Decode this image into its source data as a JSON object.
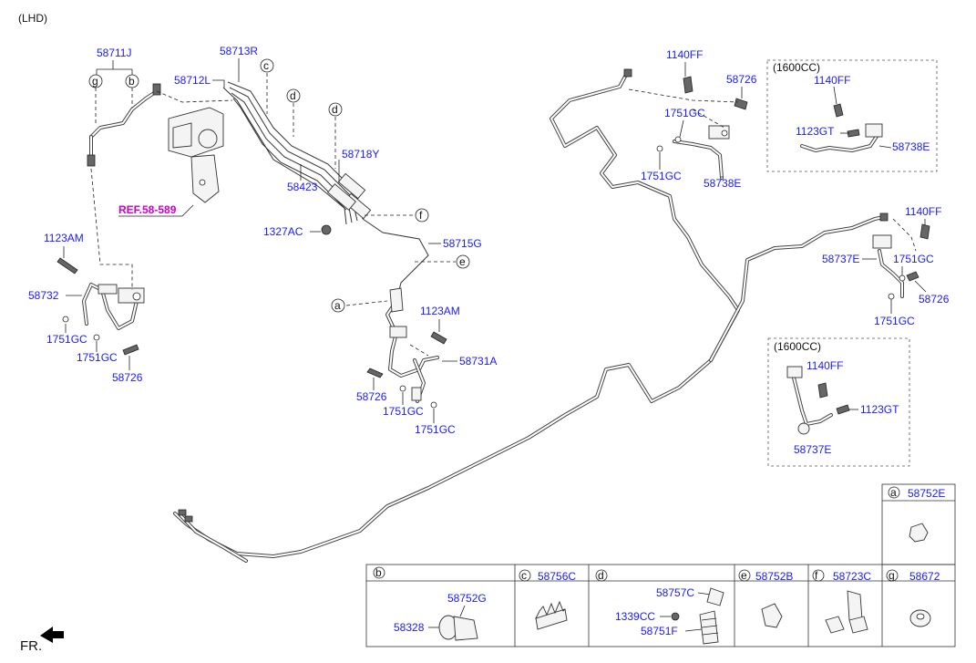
{
  "header": {
    "variant": "(LHD)",
    "front_label": "FR."
  },
  "labels": {
    "p58711J": "58711J",
    "p58713R": "58713R",
    "p58712L": "58712L",
    "p58718Y": "58718Y",
    "p58423": "58423",
    "ref": "REF.58-589",
    "p1327AC": "1327AC",
    "p58715G": "58715G",
    "p1123AM_left": "1123AM",
    "p58732": "58732",
    "p1751GC_left1": "1751GC",
    "p1751GC_left2": "1751GC",
    "p58726_left": "58726",
    "p1123AM_mid": "1123AM",
    "p58731A": "58731A",
    "p58726_mid": "58726",
    "p1751GC_mid1": "1751GC",
    "p1751GC_mid2": "1751GC",
    "p1140FF_top": "1140FF",
    "p58726_top": "58726",
    "p1751GC_top1": "1751GC",
    "p1751GC_top2": "1751GC",
    "p58738E_top": "58738E",
    "p1140FF_right": "1140FF",
    "p58737E_right": "58737E",
    "p1751GC_right1": "1751GC",
    "p58726_right": "58726",
    "p1751GC_right2": "1751GC"
  },
  "inset_top": {
    "title": "(1600CC)",
    "p1140FF": "1140FF",
    "p1123GT": "1123GT",
    "p58738E": "58738E"
  },
  "inset_bottom": {
    "title": "(1600CC)",
    "p1140FF": "1140FF",
    "p1123GT": "1123GT",
    "p58737E": "58737E"
  },
  "callouts": [
    "a",
    "b",
    "c",
    "d",
    "e",
    "f",
    "g"
  ],
  "legend": {
    "a": {
      "letter": "a",
      "part": "58752E"
    },
    "b": {
      "letter": "b",
      "sub1": "58752G",
      "sub2": "58328"
    },
    "c": {
      "letter": "c",
      "part": "58756C"
    },
    "d": {
      "letter": "d",
      "sub1": "58757C",
      "sub2": "1339CC",
      "sub3": "58751F"
    },
    "e": {
      "letter": "e",
      "part": "58752B"
    },
    "f": {
      "letter": "f",
      "part": "58723C"
    },
    "g": {
      "letter": "g",
      "part": "58672"
    }
  }
}
